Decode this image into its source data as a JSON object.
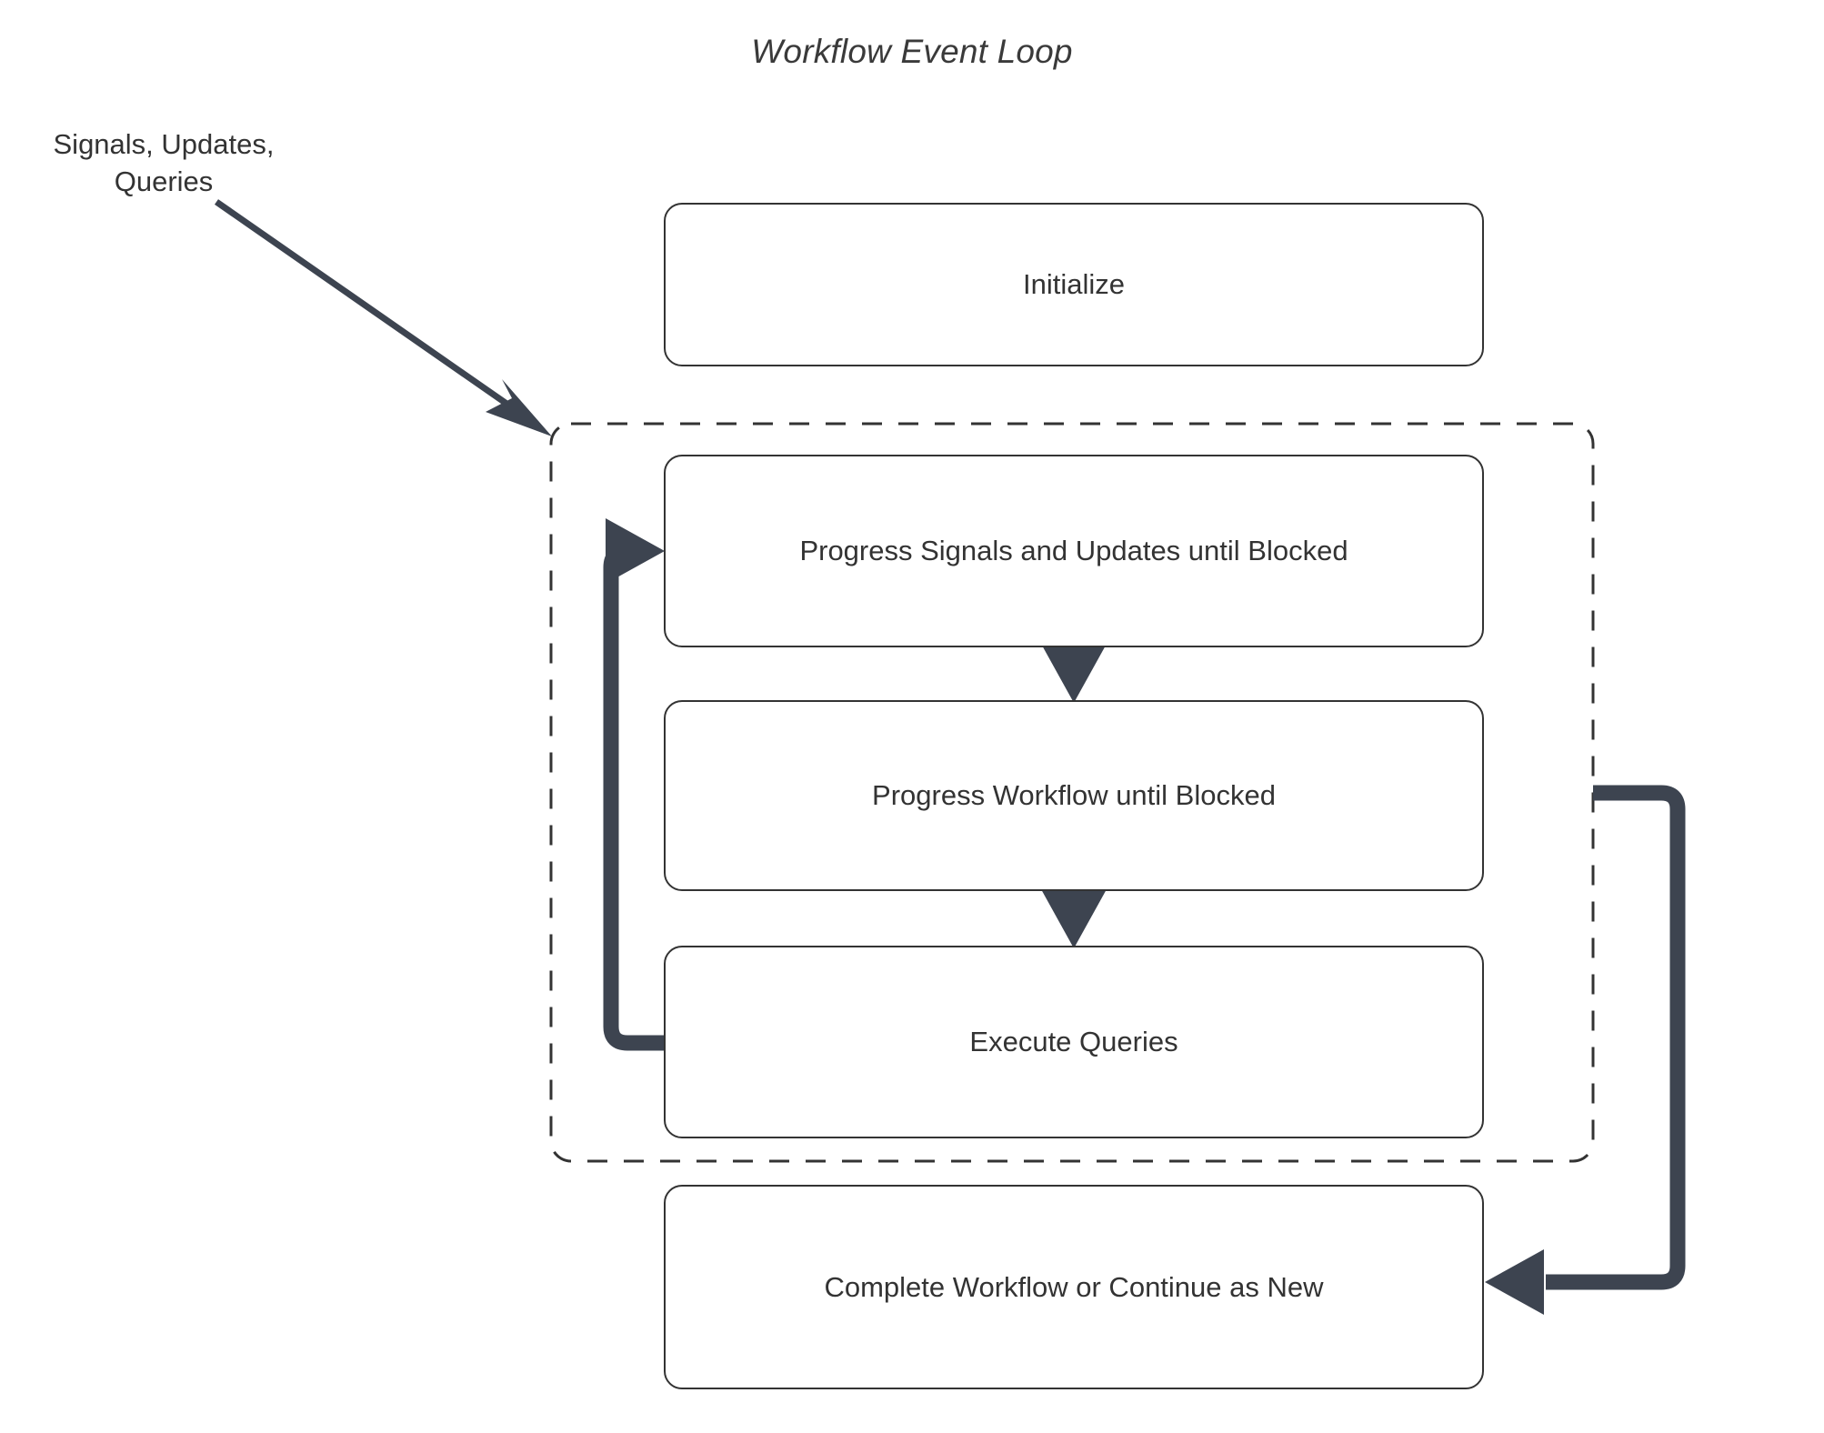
{
  "diagram": {
    "title": "Workflow Event Loop",
    "type": "flowchart",
    "background_color": "#ffffff",
    "node_border_color": "#333333",
    "node_fill_color": "#ffffff",
    "text_color": "#333333",
    "arrow_color": "#3d4450",
    "loop_container": {
      "name": "event-loop-group",
      "border_style": "dashed",
      "label": ""
    },
    "input_label": "Signals, Updates,\nQueries",
    "input_label_line1": "Signals, Updates,",
    "input_label_line2": "Queries",
    "nodes": [
      {
        "id": "initialize",
        "label": "Initialize",
        "in_loop": false
      },
      {
        "id": "progress-signals",
        "label": "Progress Signals and Updates until Blocked",
        "in_loop": true
      },
      {
        "id": "progress-workflow",
        "label": "Progress Workflow until Blocked",
        "in_loop": true
      },
      {
        "id": "execute-queries",
        "label": "Execute Queries",
        "in_loop": true
      },
      {
        "id": "complete",
        "label": "Complete Workflow or Continue as New",
        "in_loop": false
      }
    ],
    "edges": [
      {
        "from": "input-label",
        "to": "event-loop-group",
        "style": "thin-diagonal",
        "label": ""
      },
      {
        "from": "progress-signals",
        "to": "progress-workflow",
        "style": "thin-vertical",
        "label": ""
      },
      {
        "from": "progress-workflow",
        "to": "execute-queries",
        "style": "thin-vertical",
        "label": ""
      },
      {
        "from": "execute-queries",
        "to": "progress-signals",
        "style": "thick-loop-left",
        "label": ""
      },
      {
        "from": "event-loop-group",
        "to": "complete",
        "style": "thick-loop-right",
        "label": ""
      }
    ]
  }
}
